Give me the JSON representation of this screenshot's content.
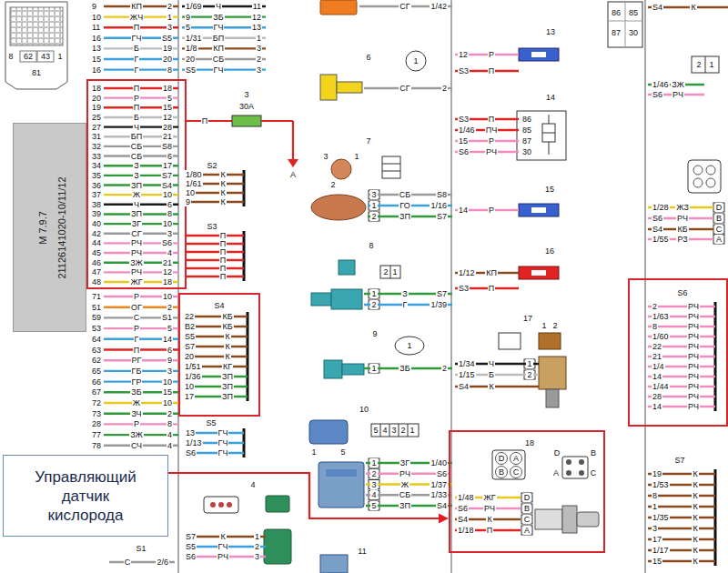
{
  "diagram": {
    "nodes": [
      {
        "text": [
          "18",
          "П",
          "18",
          "20",
          "Р",
          "5",
          "19",
          "П",
          "15",
          "25",
          "Б",
          "12",
          "27",
          "Ч",
          "28",
          "31",
          "БП",
          "21",
          "32",
          "СБ",
          "S8",
          "33",
          "СБ",
          "6",
          "34",
          "З",
          "17",
          "35",
          "З",
          "S7",
          "36",
          "ЗП",
          "S4",
          "37",
          "Ж",
          "10",
          "38",
          "Ч",
          "6",
          "39",
          "ЗП",
          "8",
          "40",
          "ЗГ",
          "10",
          "42",
          "СГ",
          "3",
          "44",
          "РЧ",
          "S6",
          "45",
          "РЧ",
          "4",
          "46",
          "ЗЖ",
          "21",
          "47",
          "РЧ",
          "12",
          "48",
          "ЖГ",
          "18"
        ]
      },
      {
        "text": [
          "M 7.9.7",
          "21126141020-10/11/12"
        ]
      },
      {
        "text": [
          "S4",
          "22",
          "КБ",
          "В2",
          "КБ",
          "S5",
          "К",
          "S7",
          "К",
          "20",
          "К",
          "1/51",
          "КГ",
          "1/36",
          "ЗП",
          "10",
          "ЗП",
          "17",
          "ЗП"
        ]
      },
      {
        "text": [
          "S6",
          "2",
          "РЧ",
          "1/63",
          "РЧ",
          "8",
          "РЧ",
          "1/60",
          "РЧ",
          "22",
          "РЧ",
          "21",
          "РЧ",
          "1/4",
          "РЧ",
          "14",
          "РЧ",
          "1/44",
          "РЧ",
          "28",
          "РЧ",
          "14",
          "РЧ"
        ]
      },
      {
        "text": [
          "18",
          "D",
          "A",
          "B",
          "C",
          "D",
          "B",
          "A",
          "C",
          "1/48",
          "ЖГ",
          "D",
          "S6",
          "РЧ",
          "B",
          "S4",
          "К",
          "C",
          "1/18",
          "П",
          "A"
        ]
      },
      {
        "text": [
          "Управляющий датчик кислорода"
        ]
      }
    ],
    "edges": [
      {
        "from": 5,
        "to": 4,
        "arrow": "to"
      }
    ],
    "labels": [
      "8",
      "1",
      "62",
      "43",
      "81",
      "9",
      "КП",
      "2",
      "10",
      "ЖЧ",
      "1",
      "11",
      "П",
      "3",
      "16",
      "ГЧ",
      "S5",
      "13",
      "Б",
      "19",
      "15",
      "Г",
      "20",
      "16",
      "Г",
      "8",
      "71",
      "Р",
      "10",
      "51",
      "ОГ",
      "2",
      "59",
      "С",
      "S1",
      "53",
      "Р",
      "5",
      "64",
      "Г",
      "14",
      "63",
      "П",
      "6",
      "62",
      "РГ",
      "9",
      "65",
      "ГБ",
      "3",
      "66",
      "ГР",
      "10",
      "67",
      "ЗБ",
      "15",
      "72",
      "Ж",
      "10",
      "73",
      "ЗЧ",
      "2",
      "28",
      "Р",
      "8",
      "77",
      "ЗЖ",
      "4",
      "78",
      "СЧ",
      "4",
      "S1",
      "С",
      "2/6",
      "1/69",
      "Ч",
      "11",
      "9",
      "ЗБ",
      "12",
      "5",
      "ГЧ",
      "13",
      "1/31",
      "БП",
      "1",
      "1/8",
      "КП",
      "3",
      "20",
      "СБ",
      "2",
      "S5",
      "ГЧ",
      "3",
      "3",
      "30А",
      "П",
      "A",
      "S2",
      "1/80",
      "К",
      "1/61",
      "К",
      "10",
      "К",
      "9",
      "К",
      "S3",
      "П",
      "П",
      "П",
      "П",
      "П",
      "П",
      "S5",
      "13",
      "ГЧ",
      "1/13",
      "ГЧ",
      "S6",
      "ГЧ",
      "4",
      "S7",
      "К",
      "1",
      "S5",
      "ГЧ",
      "2",
      "S6",
      "РЧ",
      "3",
      "СГ",
      "1/42",
      "6",
      "1",
      "СГ",
      "2",
      "7",
      "3",
      "2",
      "1",
      "3",
      "СБ",
      "S8",
      "1",
      "ГО",
      "1/16",
      "2",
      "ЗП",
      "S7",
      "8",
      "2",
      "1",
      "1",
      "З",
      "S7",
      "2",
      "Г",
      "1/39",
      "9",
      "1",
      "1",
      "ЗБ",
      "2",
      "10",
      "5",
      "4",
      "3",
      "2",
      "1",
      "1",
      "5",
      "1",
      "ЗГ",
      "1/40",
      "2",
      "РЧ",
      "S6",
      "3",
      "Ж",
      "1/37",
      "4",
      "СБ",
      "1/33",
      "5",
      "ЗП",
      "S4",
      "11",
      "13",
      "12",
      "Р",
      "S3",
      "П",
      "14",
      "S3",
      "П",
      "86",
      "1/46",
      "ПЧ",
      "85",
      "15",
      "Р",
      "87",
      "S6",
      "РЧ",
      "30",
      "15",
      "14",
      "Р",
      "16",
      "1/12",
      "КП",
      "S3",
      "П",
      "17",
      "1",
      "2",
      "1/34",
      "Ч",
      "1",
      "1/15",
      "Б",
      "2",
      "S4",
      "К",
      "86",
      "85",
      "87",
      "30",
      "S4",
      "К",
      "2",
      "1",
      "1/46",
      "ЗЖ",
      "S6",
      "РЧ",
      "1/28",
      "ЖЗ",
      "D",
      "S6",
      "РЧ",
      "B",
      "S4",
      "КБ",
      "C",
      "1/55",
      "РЗ",
      "A",
      "S7",
      "19",
      "К",
      "1/53",
      "К",
      "8",
      "К",
      "1",
      "К",
      "1/35",
      "К",
      "3",
      "К",
      "17",
      "К",
      "1/17",
      "К",
      "15",
      "К"
    ]
  }
}
